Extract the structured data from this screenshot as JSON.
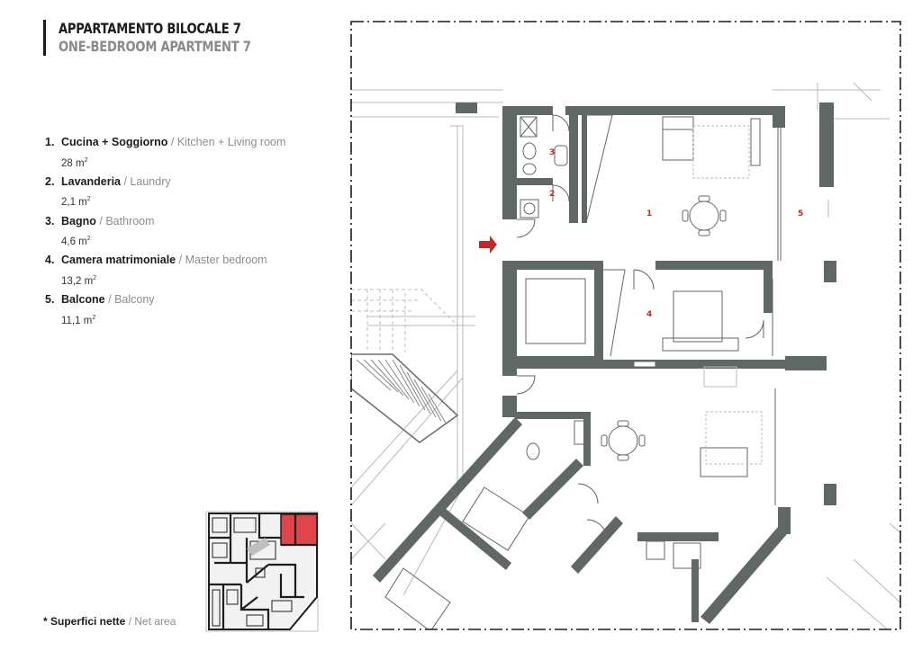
{
  "header": {
    "title_it": "APPARTAMENTO BILOCALE 7",
    "title_en": "ONE-BEDROOM APARTMENT 7"
  },
  "rooms": [
    {
      "num": "1.",
      "name_it": "Cucina + Soggiorno",
      "name_en": "Kitchen + Living room",
      "area": "28 m",
      "unit_sup": "2"
    },
    {
      "num": "2.",
      "name_it": "Lavanderia",
      "name_en": "Laundry",
      "area": "2,1 m",
      "unit_sup": "2"
    },
    {
      "num": "3.",
      "name_it": "Bagno",
      "name_en": "Bathroom",
      "area": "4,6 m",
      "unit_sup": "2"
    },
    {
      "num": "4.",
      "name_it": "Camera matrimoniale",
      "name_en": "Master bedroom",
      "area": "13,2 m",
      "unit_sup": "2"
    },
    {
      "num": "5.",
      "name_it": "Balcone",
      "name_en": "Balcony",
      "area": "11,1 m",
      "unit_sup": "2"
    }
  ],
  "plan_labels": {
    "r1": "1",
    "r2": "2",
    "r3": "3",
    "r4": "4",
    "r5": "5"
  },
  "footnote": {
    "it": "* Superfici nette",
    "en": "Net area"
  },
  "colors": {
    "wall": "#5f6767",
    "accent": "#c0282c",
    "highlight": "#e0454a",
    "text_muted": "#8d8d8d"
  }
}
